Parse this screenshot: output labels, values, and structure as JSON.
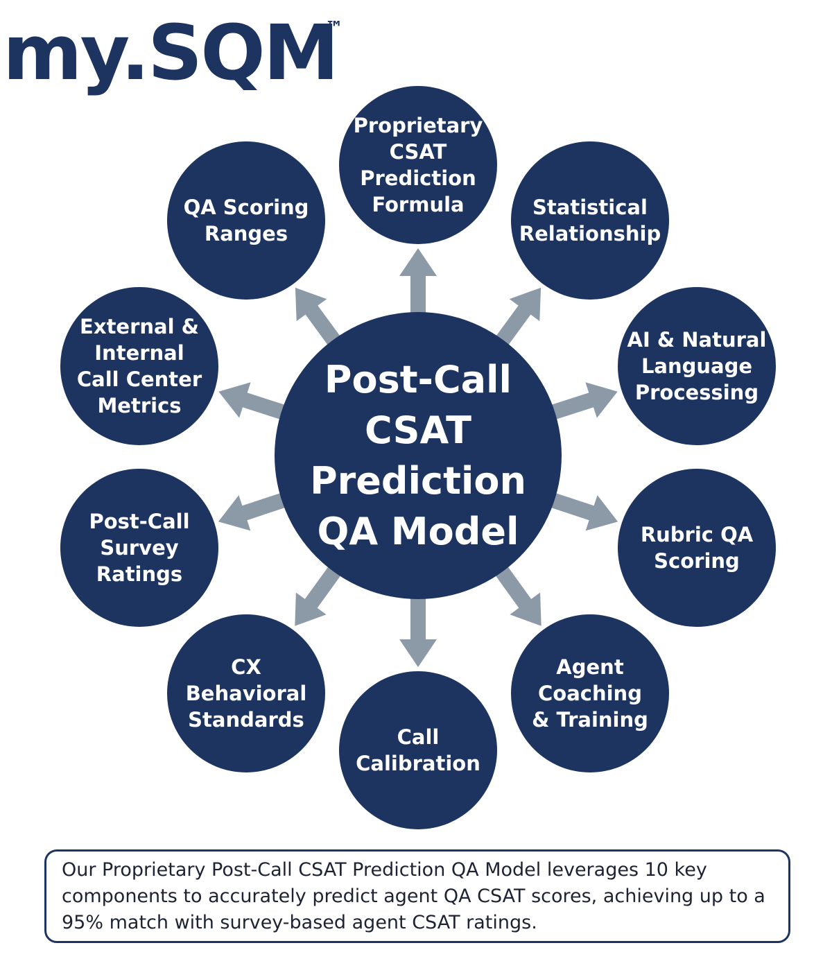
{
  "logo": {
    "text": "my.SQM",
    "trademark": "™"
  },
  "colors": {
    "node_fill": "#1d3461",
    "arrow": "#8c9aa8",
    "logo": "#1d3461",
    "text_on_node": "#ffffff"
  },
  "center_node": {
    "label": "Post-Call\nCSAT\nPrediction\nQA Model"
  },
  "outer_nodes": [
    {
      "label": "Proprietary\nCSAT\nPrediction\nFormula"
    },
    {
      "label": "Statistical\nRelationship"
    },
    {
      "label": "AI & Natural\nLanguage\nProcessing"
    },
    {
      "label": "Rubric QA\nScoring"
    },
    {
      "label": "Agent\nCoaching\n& Training"
    },
    {
      "label": "Call\nCalibration"
    },
    {
      "label": "CX\nBehavioral\nStandards"
    },
    {
      "label": "Post-Call\nSurvey\nRatings"
    },
    {
      "label": "External &\nInternal\nCall Center\nMetrics"
    },
    {
      "label": "QA Scoring\nRanges"
    }
  ],
  "caption": {
    "text": "Our Proprietary Post-Call CSAT Prediction QA Model leverages 10 key components to accurately predict agent QA CSAT scores, achieving up to a 95% match with survey-based agent CSAT ratings."
  }
}
